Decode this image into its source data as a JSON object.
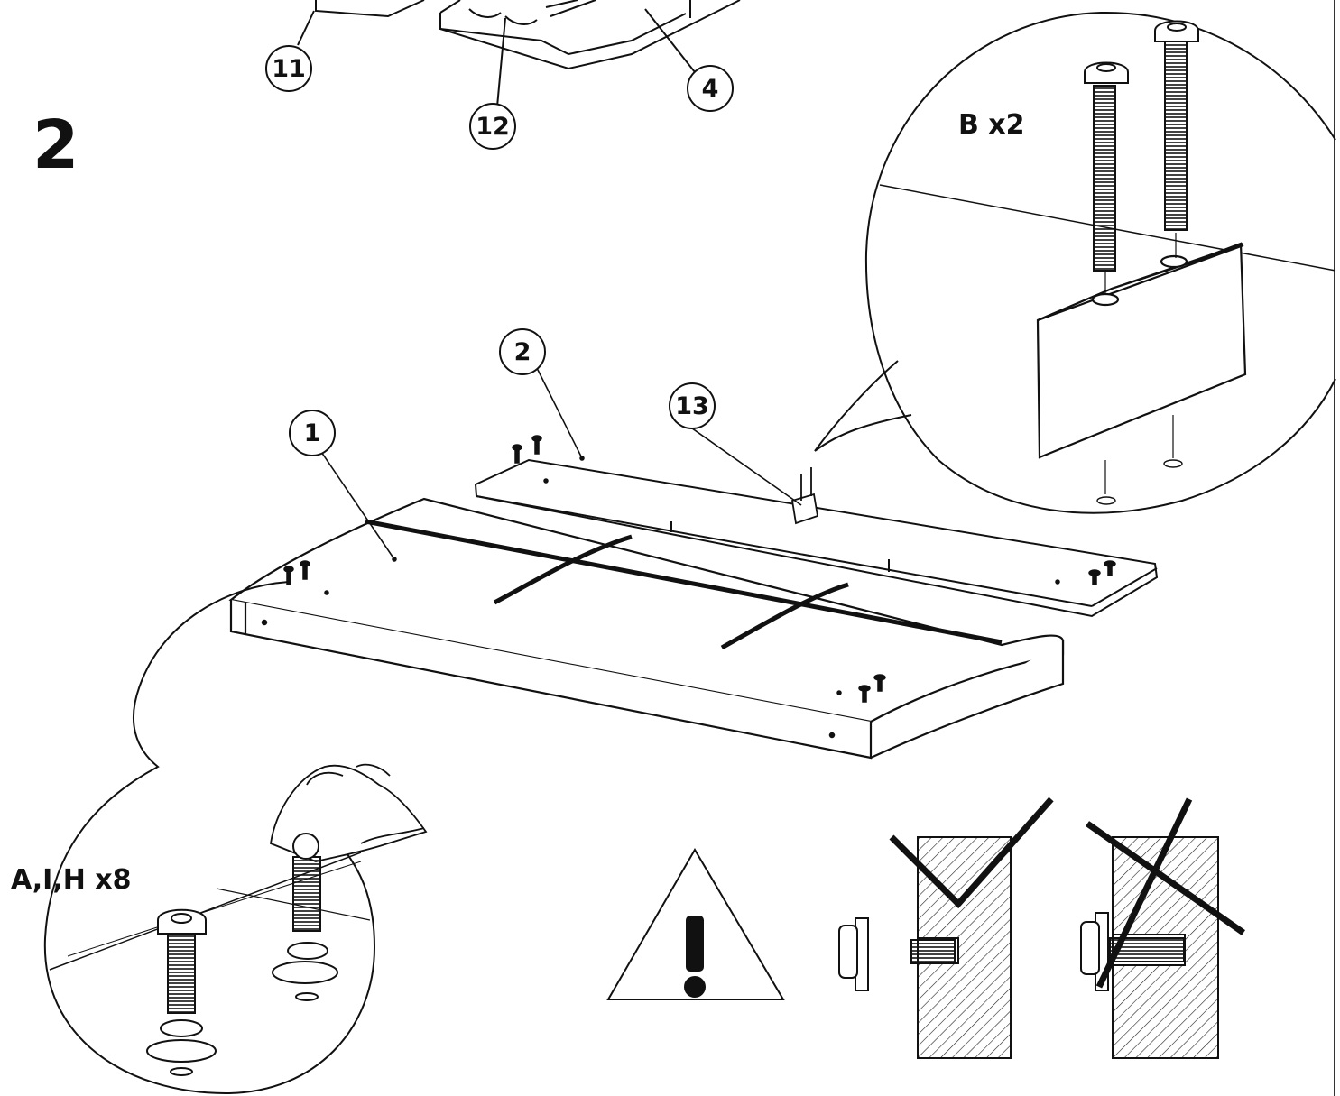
{
  "step": {
    "number": "2"
  },
  "callouts": {
    "c11": "11",
    "c12": "12",
    "c4": "4",
    "c2": "2",
    "c13": "13",
    "c1": "1"
  },
  "details": {
    "bolt_detail_qty": "B x2",
    "screw_detail_qty": "A,I,H x8"
  },
  "warning": {
    "symbol": "!"
  }
}
